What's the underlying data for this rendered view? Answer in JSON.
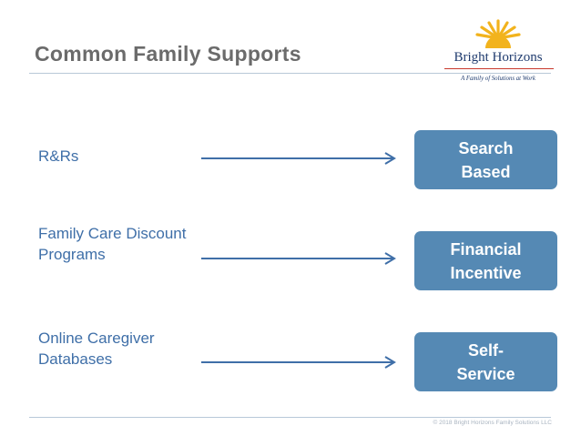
{
  "slide": {
    "title": "Common Family Supports",
    "rows": [
      {
        "label": "R&Rs",
        "box": "Search Based"
      },
      {
        "label": "Family Care Discount Programs",
        "box": "Financial Incentive"
      },
      {
        "label": "Online Caregiver Databases",
        "box": "Self-Service"
      }
    ],
    "copyright": "© 2018 Bright Horizons Family Solutions LLC"
  },
  "logo": {
    "name": "Bright Horizons",
    "tagline": "A Family of Solutions at Work"
  },
  "colors": {
    "title": "#6b6b6b",
    "label": "#3f6fa8",
    "box": "#5589b4",
    "arrow": "#3f6fa8",
    "logo_sun": "#f2b31d",
    "logo_text": "#1f3b6e"
  }
}
